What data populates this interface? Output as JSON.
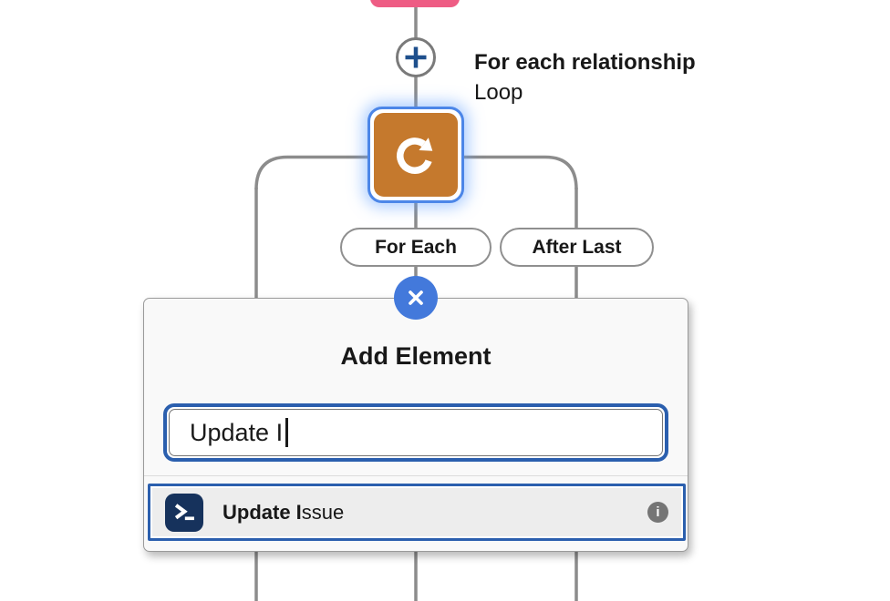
{
  "flow": {
    "previous_node": {
      "color": "#EE5C84"
    },
    "add_button": {
      "icon": "plus-icon"
    },
    "loop_node": {
      "title": "For each relationship",
      "type_label": "Loop",
      "icon": "loop-icon",
      "icon_background": "#C5792D",
      "selected": true
    },
    "branches": {
      "for_each_label": "For Each",
      "after_last_label": "After Last"
    }
  },
  "add_element_popup": {
    "title": "Add Element",
    "close_icon": "close-icon",
    "search": {
      "value": "Update I"
    },
    "results": [
      {
        "icon": "apex-action-icon",
        "label_match": "Update I",
        "label_rest": "ssue",
        "info_glyph": "i"
      }
    ]
  },
  "colors": {
    "connector_gray": "#8C8C8C",
    "focus_blue": "#2B5FAE",
    "node_selection_blue": "#4C86E8",
    "close_button_blue": "#4379DB",
    "loop_orange": "#C5792D",
    "previous_node_pink": "#EE5C84",
    "apex_icon_navy": "#16325C",
    "info_gray": "#757575"
  }
}
